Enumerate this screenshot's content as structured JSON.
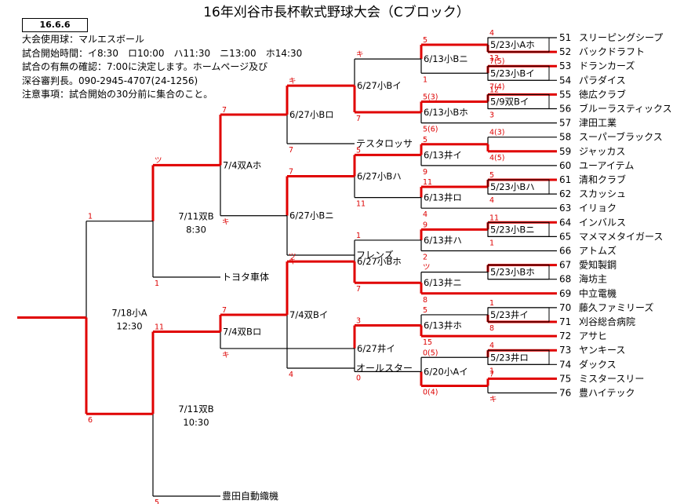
{
  "title": "16年刈谷市長杯軟式野球大会（Cブロック）",
  "date_box": "16.6.6",
  "info_lines": [
    "大会使用球：マルエスボール",
    "試合開始時間：イ8:30　ロ10:00　ハ11:30　ニ13:00　ホ14:30",
    "試合の有無の確認：7:00に決定します。ホームページ及び",
    "深谷審判長。090-2945-4707(24-1256)",
    "注意事項：試合開始の30分前に集合のこと。"
  ],
  "colors": {
    "win": "#e00000",
    "normal": "#000000",
    "score": "#dd0000"
  },
  "teams": [
    {
      "key": "t51",
      "num": "51",
      "name": "スリーピングシープ"
    },
    {
      "key": "t52",
      "num": "52",
      "name": "バックドラフト"
    },
    {
      "key": "t53",
      "num": "53",
      "name": "ドランカーズ"
    },
    {
      "key": "t54",
      "num": "54",
      "name": "パラダイス"
    },
    {
      "key": "t55",
      "num": "55",
      "name": "徳広クラブ"
    },
    {
      "key": "t56",
      "num": "56",
      "name": "ブルーラスティックス"
    },
    {
      "key": "t57",
      "num": "57",
      "name": "津田工業"
    },
    {
      "key": "t58",
      "num": "58",
      "name": "スーパーブラックス"
    },
    {
      "key": "t59",
      "num": "59",
      "name": "ジャッカス"
    },
    {
      "key": "t60",
      "num": "60",
      "name": "ユーアイテム"
    },
    {
      "key": "t61",
      "num": "61",
      "name": "清和クラブ"
    },
    {
      "key": "t62",
      "num": "62",
      "name": "スカッシュ"
    },
    {
      "key": "t63",
      "num": "63",
      "name": "イリョク"
    },
    {
      "key": "t64",
      "num": "64",
      "name": "インバルス"
    },
    {
      "key": "t65",
      "num": "65",
      "name": "マメマメタイガース"
    },
    {
      "key": "t66",
      "num": "66",
      "name": "アトムズ"
    },
    {
      "key": "t67",
      "num": "67",
      "name": "愛知製鋼"
    },
    {
      "key": "t68",
      "num": "68",
      "name": "海坊主"
    },
    {
      "key": "t69",
      "num": "69",
      "name": "中立電機"
    },
    {
      "key": "t70",
      "num": "70",
      "name": "藤久ファミリーズ"
    },
    {
      "key": "t71",
      "num": "71",
      "name": "刈谷総合病院"
    },
    {
      "key": "t72",
      "num": "72",
      "name": "アサヒ"
    },
    {
      "key": "t73",
      "num": "73",
      "name": "ヤンキース"
    },
    {
      "key": "t74",
      "num": "74",
      "name": "ダックス"
    },
    {
      "key": "t75",
      "num": "75",
      "name": "ミスタースリー"
    },
    {
      "key": "t76",
      "num": "76",
      "name": "豊ハイテック"
    },
    {
      "key": "tesu",
      "num": "",
      "name": "テスタロッサ"
    },
    {
      "key": "fure",
      "num": "",
      "name": "フレンズ"
    },
    {
      "key": "toyo",
      "num": "",
      "name": "トヨタ車体"
    },
    {
      "key": "oru",
      "num": "",
      "name": "オールスター"
    },
    {
      "key": "shok",
      "num": "",
      "name": "豊田自動織機"
    }
  ],
  "matches": [
    {
      "key": "r1a",
      "label": "5/23小Aホ",
      "top": "t51",
      "bottom": "t52",
      "winner": "bottom",
      "score_top": "4",
      "score_bottom": "13"
    },
    {
      "key": "r1b",
      "label": "5/23小Bイ",
      "top": "t53",
      "bottom": "t54",
      "winner": "top",
      "score_top": "7(5)",
      "score_bottom": "7(4)"
    },
    {
      "key": "r1c",
      "label": "5/9双Bイ",
      "top": "t55",
      "bottom": "t56",
      "winner": "top",
      "score_top": "12",
      "score_bottom": "3"
    },
    {
      "key": "r1d",
      "label": "",
      "top": "t58",
      "bottom": "t59",
      "winner": "bottom",
      "score_top": "4(3)",
      "score_bottom": "4(5)"
    },
    {
      "key": "r1e",
      "label": "5/23小Bハ",
      "top": "t61",
      "bottom": "t62",
      "winner": "top",
      "score_top": "5",
      "score_bottom": "4"
    },
    {
      "key": "r1f",
      "label": "5/23小Bニ",
      "top": "t64",
      "bottom": "t65",
      "winner": "top",
      "score_top": "11",
      "score_bottom": "1"
    },
    {
      "key": "r1g",
      "label": "5/23小Bホ",
      "top": "t67",
      "bottom": "t68",
      "winner": "top",
      "score_top": "",
      "score_bottom": ""
    },
    {
      "key": "r1h",
      "label": "5/23井イ",
      "top": "t70",
      "bottom": "t71",
      "winner": "bottom",
      "score_top": "1",
      "score_bottom": "8"
    },
    {
      "key": "r1i",
      "label": "5/23井ロ",
      "top": "t73",
      "bottom": "t74",
      "winner": "top",
      "score_top": "4",
      "score_bottom": "1"
    },
    {
      "key": "r1j",
      "label": "",
      "top": "t75",
      "bottom": "t76",
      "winner": "top",
      "score_top": "7",
      "score_bottom": "キ"
    },
    {
      "key": "r2a",
      "label": "6/13小Bニ",
      "top": "r1a",
      "bottom": "r1b",
      "winner": "top",
      "score_top": "5",
      "score_bottom": "1"
    },
    {
      "key": "r2b",
      "label": "6/13小Bホ",
      "top": "r1c",
      "bottom": "t57",
      "winner": "top",
      "score_top": "5(3)",
      "score_bottom": "5(6)"
    },
    {
      "key": "r2c",
      "label": "6/13井イ",
      "top": "r1d",
      "bottom": "t60",
      "winner": "top",
      "score_top": "5",
      "score_bottom": "9"
    },
    {
      "key": "r2d",
      "label": "6/13井ロ",
      "top": "r1e",
      "bottom": "t63",
      "winner": "top",
      "score_top": "11",
      "score_bottom": "4"
    },
    {
      "key": "r2e",
      "label": "6/13井ハ",
      "top": "r1f",
      "bottom": "t66",
      "winner": "top",
      "score_top": "9",
      "score_bottom": "2"
    },
    {
      "key": "r2f",
      "label": "6/13井ニ",
      "top": "r1g",
      "bottom": "t69",
      "winner": "bottom",
      "score_top": "ツ",
      "score_bottom": "8"
    },
    {
      "key": "r2g",
      "label": "6/13井ホ",
      "top": "r1h",
      "bottom": "t72",
      "winner": "bottom",
      "score_top": "5",
      "score_bottom": "15"
    },
    {
      "key": "r2h",
      "label": "6/20小Aイ",
      "top": "r1i",
      "bottom": "r1j",
      "winner": "bottom",
      "score_top": "0(5)",
      "score_bottom": "0(4)"
    },
    {
      "key": "r3a",
      "label": "6/27小Bイ",
      "top": "r2a",
      "bottom": "r2b",
      "winner": "bottom",
      "score_top": "キ",
      "score_bottom": "7"
    },
    {
      "key": "r3b",
      "label": "6/27小Bハ",
      "top": "r2c",
      "bottom": "r2d",
      "winner": "top",
      "score_top": "5",
      "score_bottom": "11"
    },
    {
      "key": "r3c",
      "label": "6/27小Bホ",
      "top": "r2e",
      "bottom": "r2f",
      "winner": "bottom",
      "score_top": "1",
      "score_bottom": "7"
    },
    {
      "key": "r3d",
      "label": "6/27井イ",
      "top": "r2g",
      "bottom": "r2h",
      "winner": "top",
      "score_top": "3",
      "score_bottom": "0"
    },
    {
      "key": "r4a",
      "label": "6/27小Bロ",
      "top": "r3a",
      "bottom": "tesu",
      "winner": "top",
      "score_top": "キ",
      "score_bottom": "7"
    },
    {
      "key": "r4b",
      "label": "6/27小Bニ",
      "top": "r3b",
      "bottom": "fure",
      "winner": "top",
      "score_top": "7",
      "score_bottom": "キ"
    },
    {
      "key": "r4c",
      "label": "7/4双Bイ",
      "top": "r3c",
      "bottom": "oru",
      "winner": "top",
      "score_top": "ツ",
      "score_bottom": "4"
    },
    {
      "key": "r5a",
      "label": "7/4双Aホ",
      "top": "r4a",
      "bottom": "r4b",
      "winner": "top",
      "score_top": "7",
      "score_bottom": "キ"
    },
    {
      "key": "r5b",
      "label": "7/4双Bロ",
      "top": "r4c",
      "bottom": "r3d",
      "winner": "top",
      "score_top": "7",
      "score_bottom": "キ"
    },
    {
      "key": "r6a",
      "label": "7/11双B\n8:30",
      "top": "r5a",
      "bottom": "toyo",
      "winner": "top",
      "score_top": "ツ",
      "score_bottom": "1"
    },
    {
      "key": "r6b",
      "label": "7/11双B\n10:30",
      "top": "r5b",
      "bottom": "shok",
      "winner": "top",
      "score_top": "11",
      "score_bottom": "5"
    },
    {
      "key": "final",
      "label": "7/18小A\n12:30",
      "top": "r6a",
      "bottom": "r6b",
      "winner": "bottom",
      "score_top": "1",
      "score_bottom": "6"
    }
  ]
}
